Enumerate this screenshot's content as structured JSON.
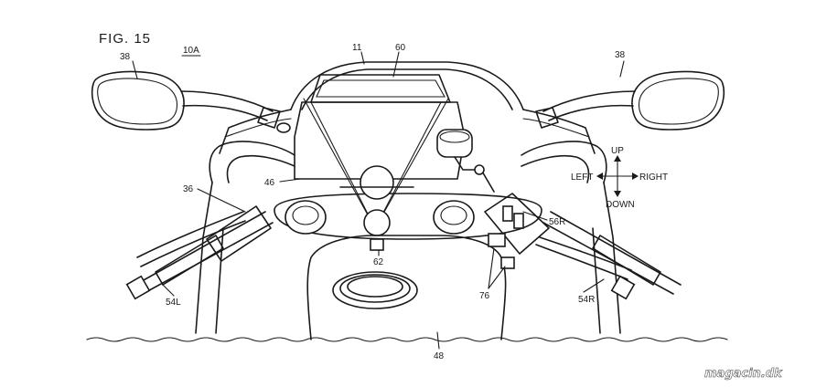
{
  "figure_title": "FIG. 15",
  "labels": {
    "ref_10a": "10A",
    "ref_11": "11",
    "ref_60": "60",
    "ref_38_left": "38",
    "ref_38_right": "38",
    "ref_36": "36",
    "ref_46": "46",
    "ref_56r": "56R",
    "ref_62": "62",
    "ref_76": "76",
    "ref_54l": "54L",
    "ref_54r": "54R",
    "ref_48": "48"
  },
  "direction_legend": {
    "up": "UP",
    "down": "DOWN",
    "left": "LEFT",
    "right": "RIGHT"
  },
  "watermark": "magacin.dk"
}
